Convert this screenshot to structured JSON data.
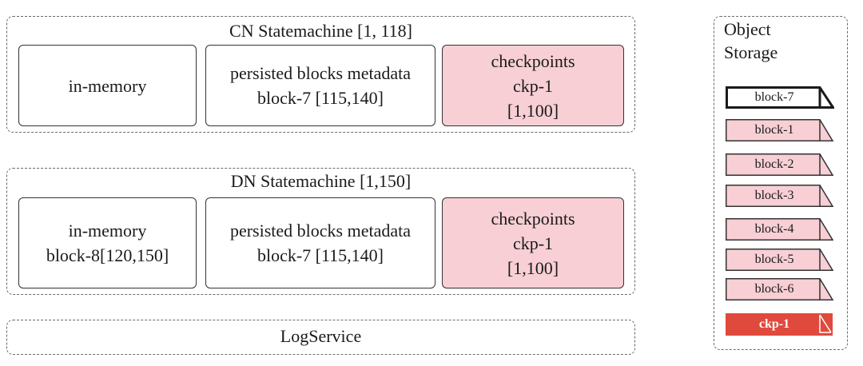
{
  "cn": {
    "title": "CN Statemachine [1, 118]",
    "in_memory": [
      "in-memory"
    ],
    "persisted": [
      "persisted blocks metadata",
      "block-7 [115,140]"
    ],
    "checkpoints": [
      "checkpoints",
      "ckp-1",
      "[1,100]"
    ]
  },
  "dn": {
    "title": "DN Statemachine [1,150]",
    "in_memory": [
      "in-memory",
      "block-8[120,150]"
    ],
    "persisted": [
      "persisted blocks metadata",
      "block-7 [115,140]"
    ],
    "checkpoints": [
      "checkpoints",
      "ckp-1",
      "[1,100]"
    ]
  },
  "logservice": {
    "title": "LogService"
  },
  "object_storage": {
    "title_lines": [
      "Object",
      "Storage"
    ],
    "files": [
      {
        "label": "block-7",
        "style": "outline"
      },
      {
        "label": "block-1",
        "style": "pink"
      },
      {
        "label": "block-2",
        "style": "pink"
      },
      {
        "label": "block-3",
        "style": "pink"
      },
      {
        "label": "block-4",
        "style": "pink"
      },
      {
        "label": "block-5",
        "style": "pink"
      },
      {
        "label": "block-6",
        "style": "pink"
      },
      {
        "label": "ckp-1",
        "style": "red"
      }
    ]
  },
  "colors": {
    "checkpoint_fill": "#f7cfd4",
    "block_fill": "#f7cfd4",
    "block_stroke": "#333333",
    "ckp_fill": "#e04a3c"
  }
}
